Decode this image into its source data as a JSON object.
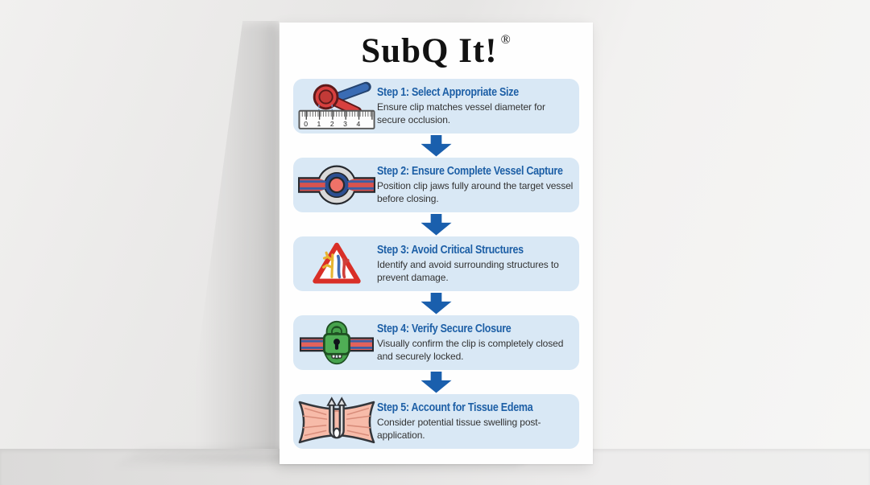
{
  "poster": {
    "title": "SubQ It!",
    "registered_mark": "®"
  },
  "steps": [
    {
      "icon": "ruler-clip-icon",
      "title": "Step 1: Select Appropriate Size",
      "description": "Ensure clip matches vessel diameter for secure occlusion."
    },
    {
      "icon": "vessel-capture-icon",
      "title": "Step 2: Ensure Complete Vessel Capture",
      "description": "Position clip jaws fully around the target vessel before closing."
    },
    {
      "icon": "warning-triangle-icon",
      "title": "Step 3: Avoid Critical Structures",
      "description": "Identify and avoid surrounding structures to prevent damage."
    },
    {
      "icon": "padlock-vessel-icon",
      "title": "Step 4: Verify Secure Closure",
      "description": "Visually confirm the clip is completely closed and securely locked."
    },
    {
      "icon": "tissue-clip-icon",
      "title": "Step 5: Account for Tissue Edema",
      "description": "Consider potential tissue swelling post-application."
    }
  ],
  "ruler_numbers": [
    "0",
    "1",
    "2",
    "3",
    "4"
  ],
  "colors": {
    "step_title": "#1d5fa6",
    "card_background": "#d9e8f5",
    "arrow": "#1a5fad",
    "body_text": "#333333",
    "poster_background": "#fefefe"
  }
}
